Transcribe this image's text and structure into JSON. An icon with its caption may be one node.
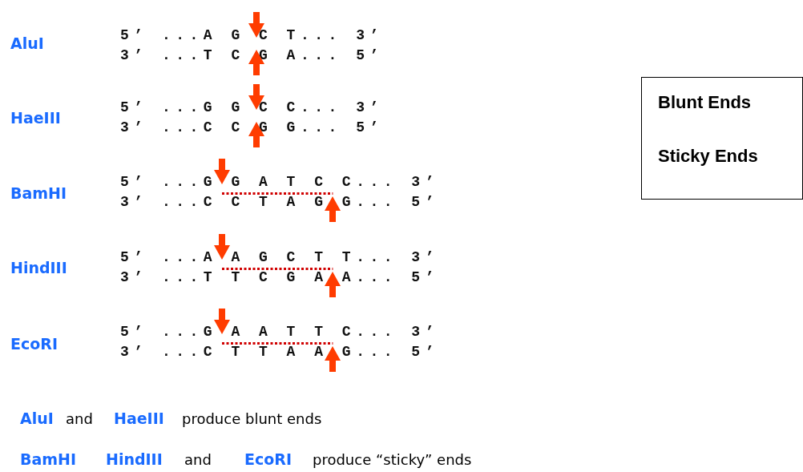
{
  "diagram": {
    "nodes": [
      {
        "text": [
          "Blunt Ends",
          "Sticky Ends"
        ]
      }
    ],
    "labels": [
      "AluI",
      "5’ ...A G C T... 3’",
      "3’ ...T C G A... 5’",
      "HaeIII",
      "5’ ...G G C C... 3’",
      "3’ ...C C G G... 5’",
      "BamHI",
      "5’ ...G G A T C C... 3’",
      "3’ ...C C T A G G... 5’",
      "HindIII",
      "5’ ...A A G C T T... 3’",
      "3’ ...T T C G A A... 5’",
      "EcoRI",
      "5’ ...G A A T T C... 3’",
      "3’ ...C T T A A G... 5’",
      "AluI",
      "and",
      "HaeIII",
      "produce blunt ends",
      "BamHI",
      "HindIII",
      "and",
      "EcoRI",
      "produce “sticky” ends"
    ]
  }
}
